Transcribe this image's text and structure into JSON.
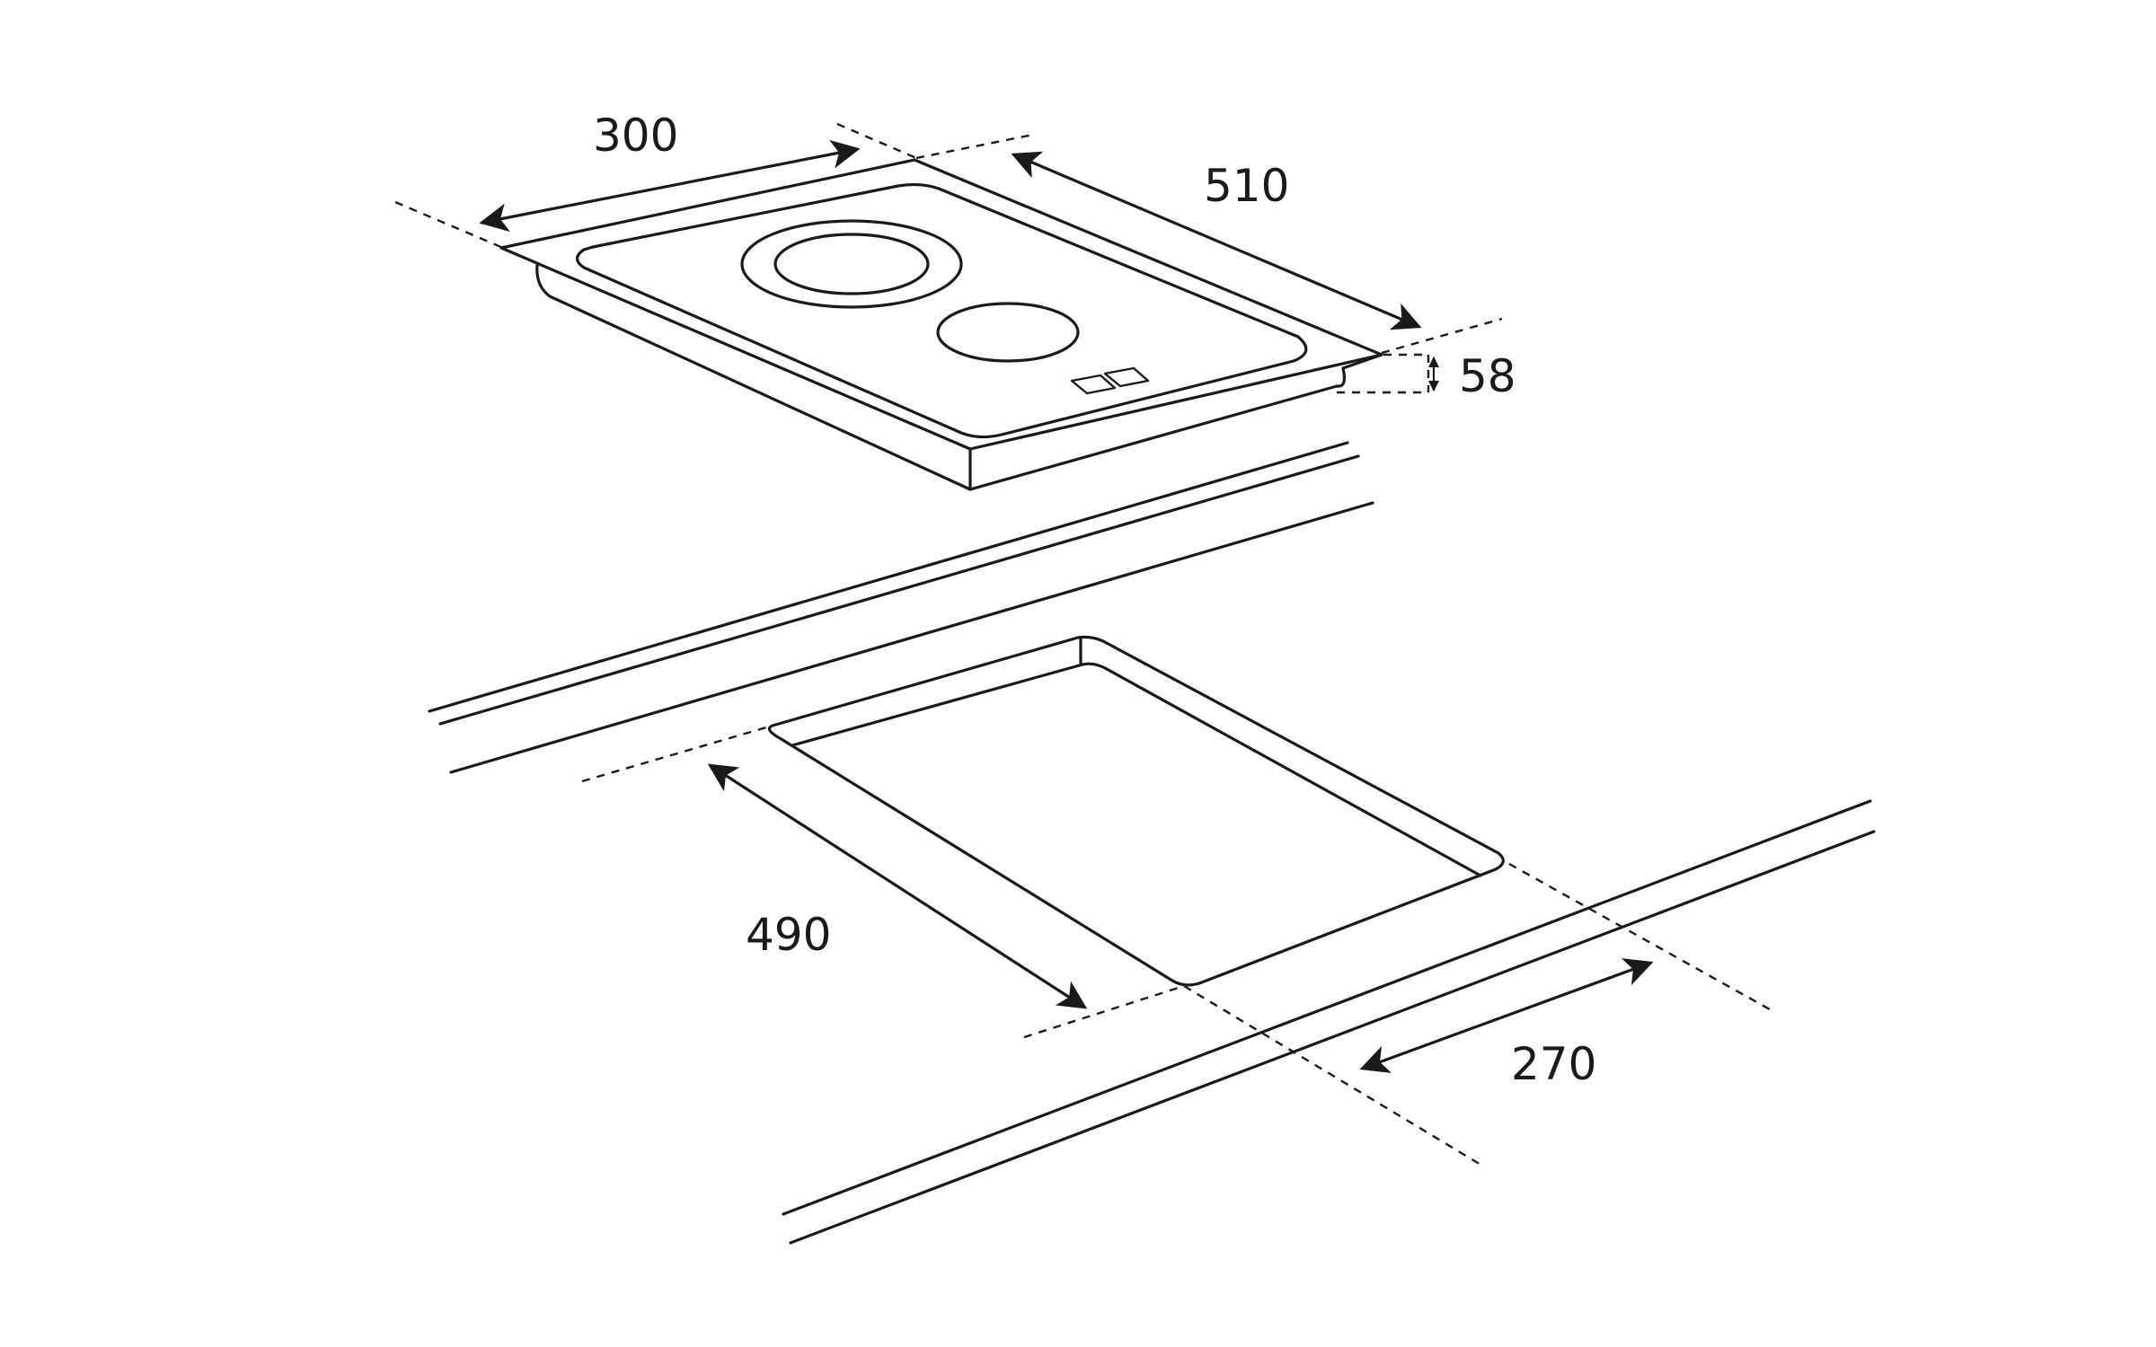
{
  "dimensions": {
    "hob_width": "300",
    "hob_depth": "510",
    "hob_height": "58",
    "cutout_depth": "490",
    "cutout_width": "270"
  },
  "colors": {
    "line": "#1a1a1a",
    "background": "#ffffff"
  }
}
